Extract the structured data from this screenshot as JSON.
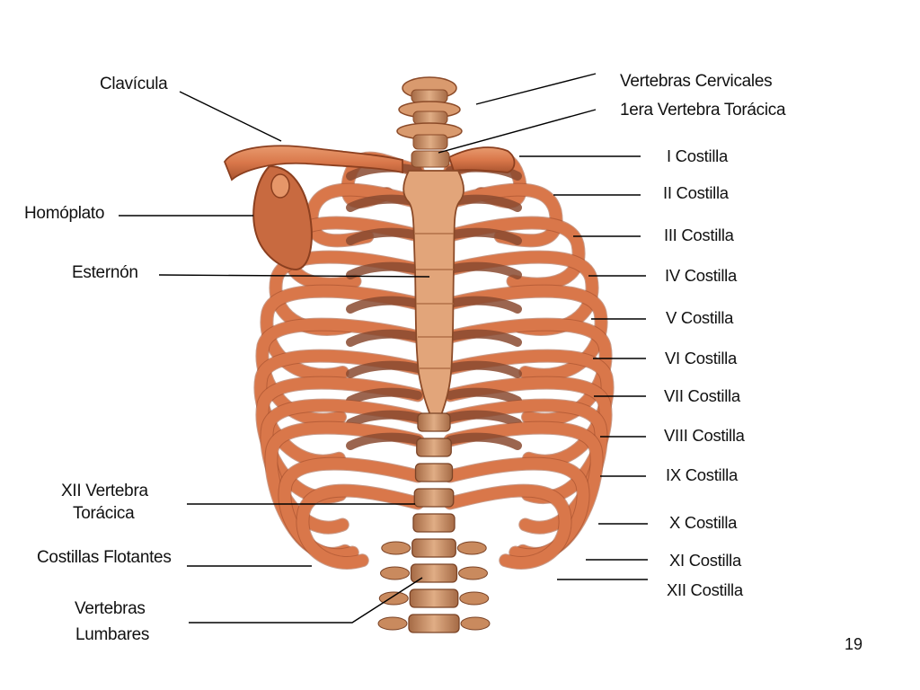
{
  "labels": {
    "clavicula": "Clavícula",
    "homoplato": "Homóplato",
    "esternon": "Esternón",
    "xii_vertebra_line1": "XII Vertebra",
    "xii_vertebra_line2": "Torácica",
    "costillas_flotantes": "Costillas Flotantes",
    "vertebras_lumbares_line1": "Vertebras",
    "vertebras_lumbares_line2": "Lumbares",
    "vertebras_cervicales": "Vertebras Cervicales",
    "primera_vertebra_toracica": "1era Vertebra Torácica",
    "ribs": [
      "I Costilla",
      "II Costilla",
      "III Costilla",
      "IV Costilla",
      "V Costilla",
      "VI Costilla",
      "VII Costilla",
      "VIII Costilla",
      "IX Costilla",
      "X Costilla",
      "XI Costilla",
      "XII Costilla"
    ]
  },
  "page_number": "19",
  "colors": {
    "bone": "#d9774a",
    "bone_dark": "#9c4a2a",
    "cartilage": "#8a4a30",
    "vertebra": "#c98a5e",
    "leader_line": "#000000"
  }
}
